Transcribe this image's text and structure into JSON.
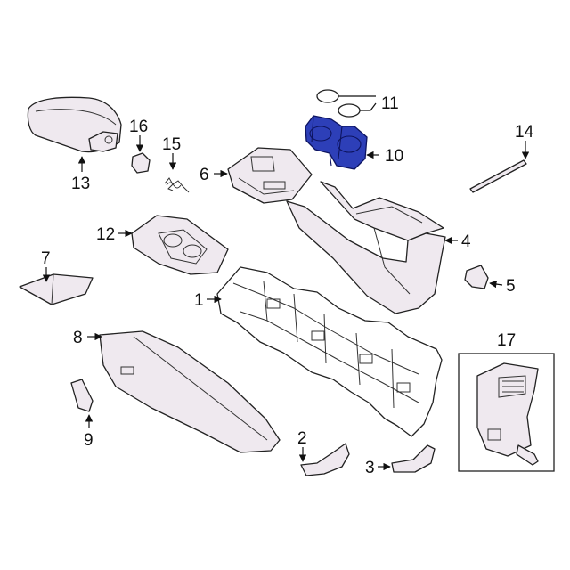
{
  "callouts": {
    "c1": "1",
    "c2": "2",
    "c3": "3",
    "c4": "4",
    "c5": "5",
    "c6": "6",
    "c7": "7",
    "c8": "8",
    "c9": "9",
    "c10": "10",
    "c11": "11",
    "c12": "12",
    "c13": "13",
    "c14": "14",
    "c15": "15",
    "c16": "16",
    "c17": "17"
  },
  "colors": {
    "highlight": "#2d3fb8",
    "part_fill": "#efe9ef",
    "line": "#222222"
  }
}
